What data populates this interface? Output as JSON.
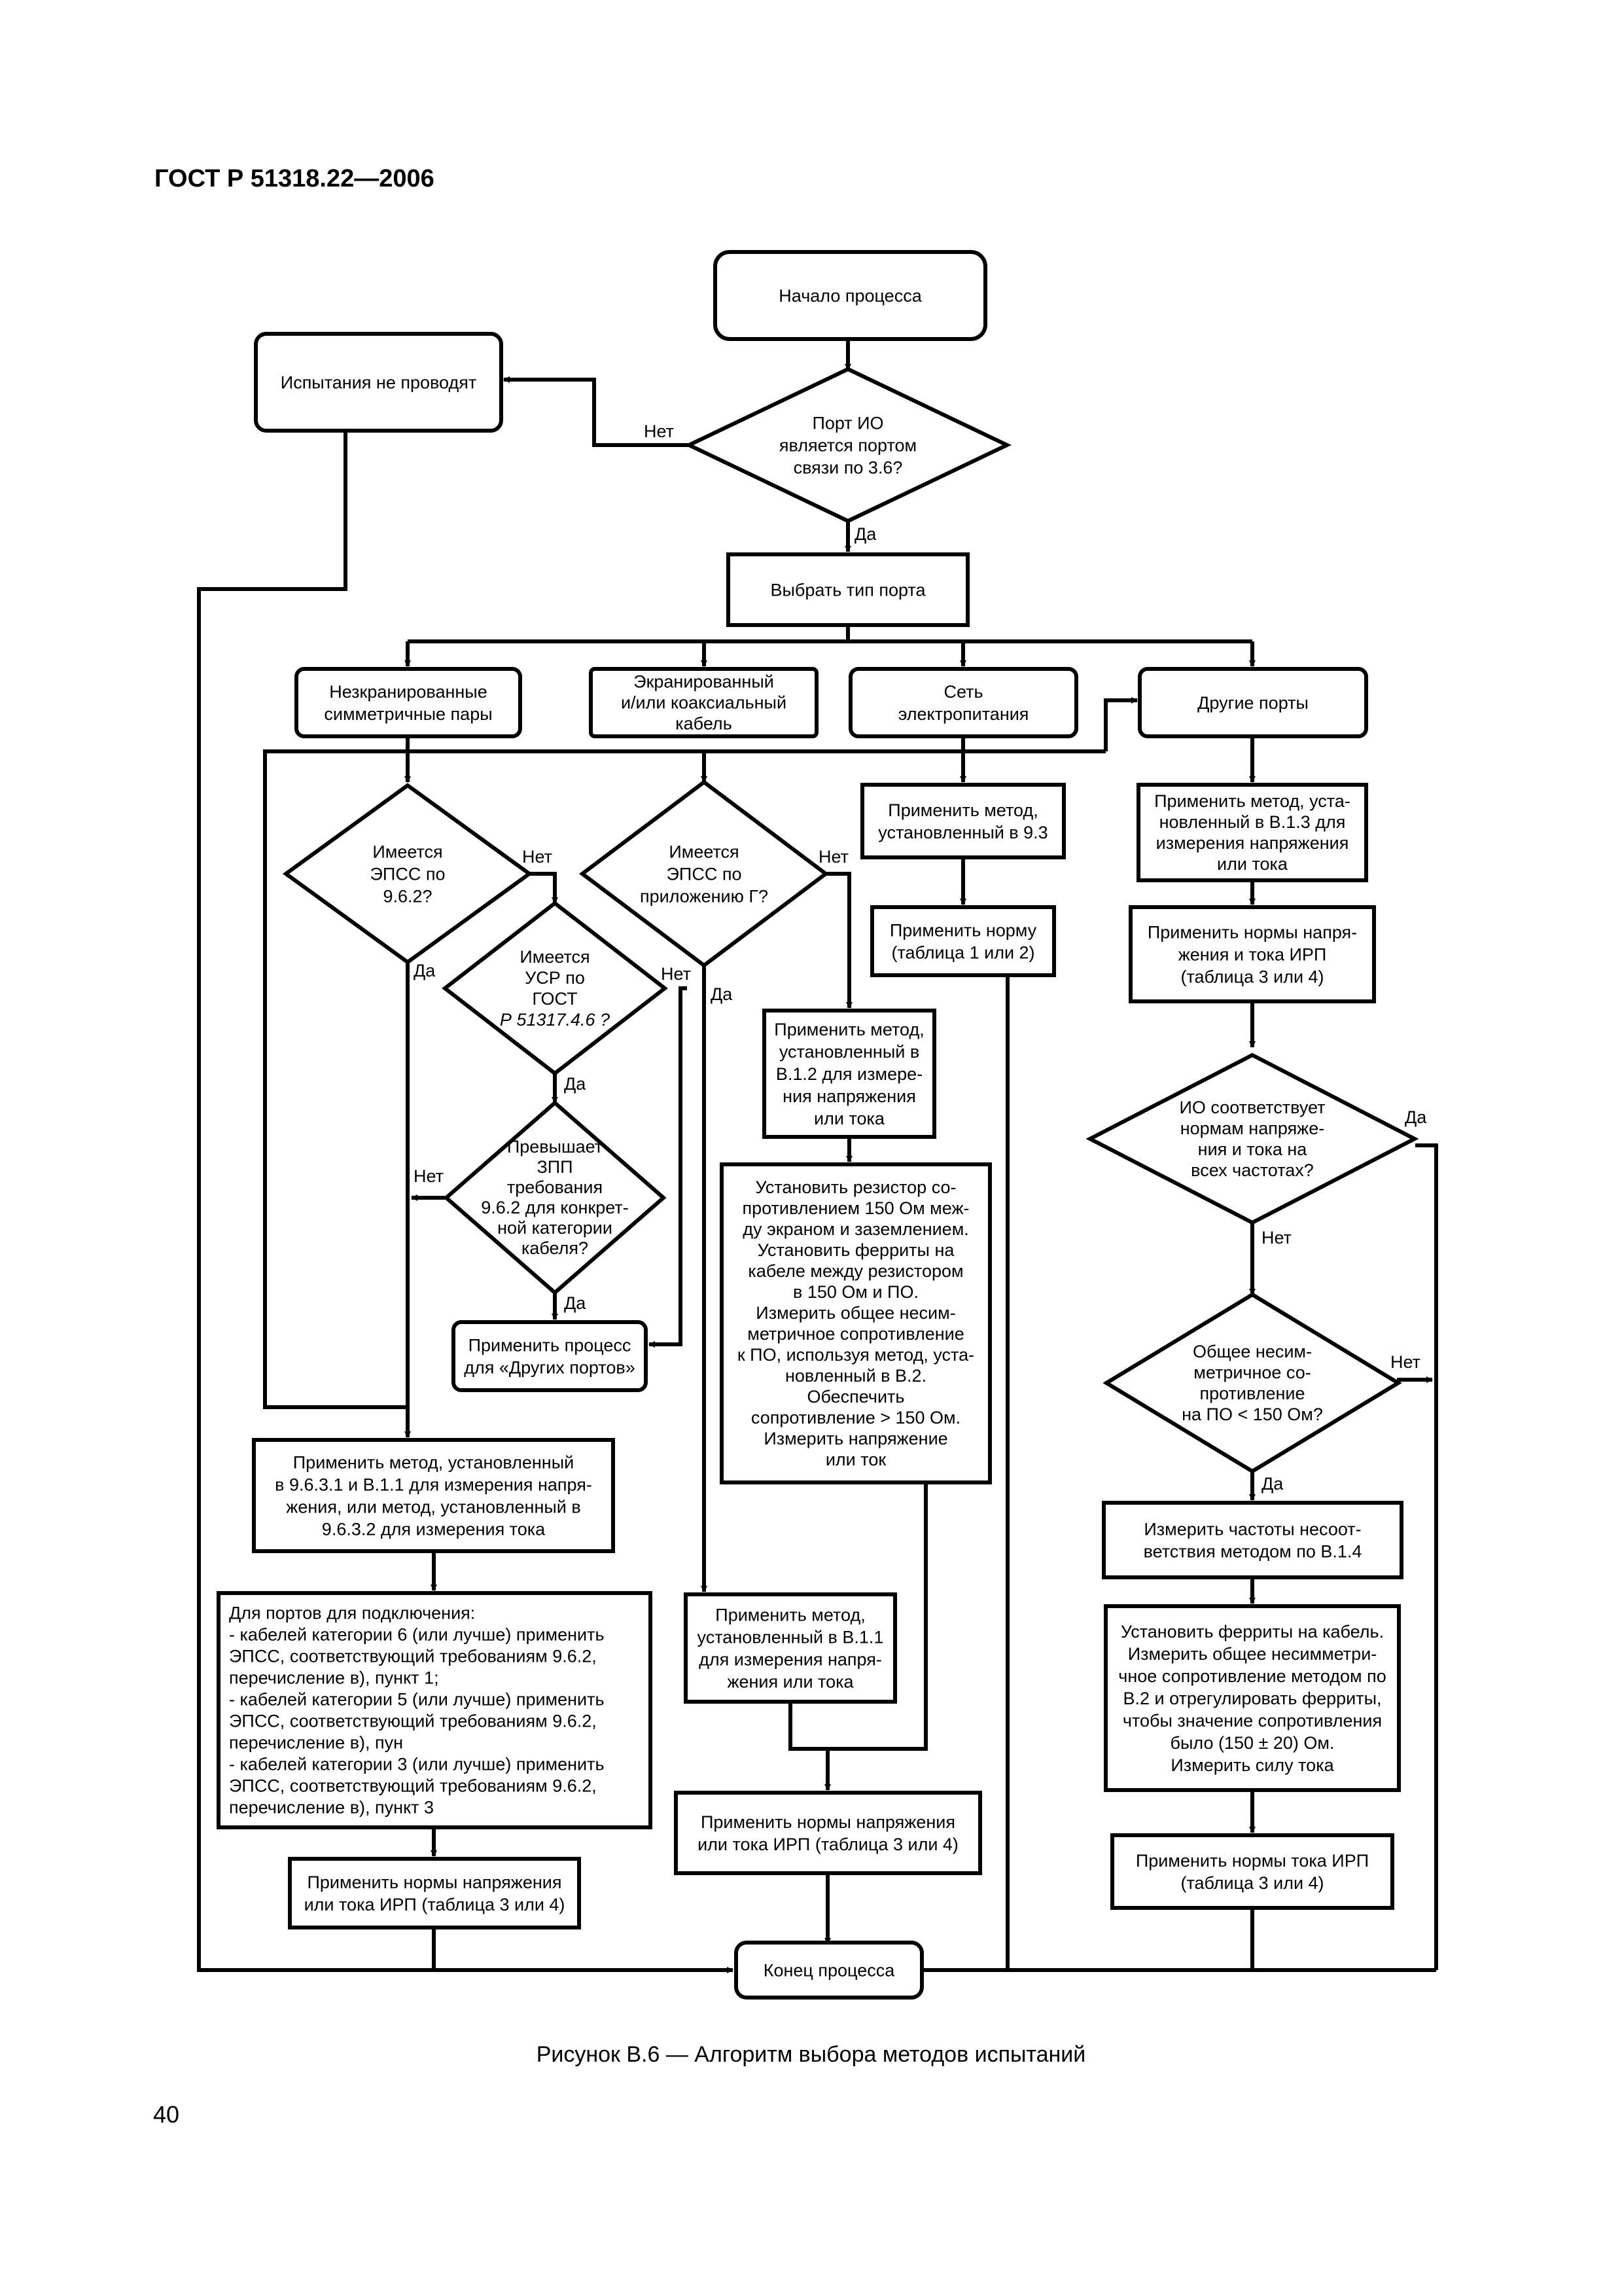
{
  "page": {
    "header": "ГОСТ Р 51318.22—2006",
    "caption": "Рисунок В.6 — Алгоритм выбора методов испытаний",
    "page_number": "40"
  },
  "nodes": {
    "start": [
      "Начало процесса"
    ],
    "no_tests": [
      "Испытания не проводят"
    ],
    "port_check": [
      "Порт ИО",
      "является портом",
      "связи по 3.6?"
    ],
    "select_port": [
      "Выбрать тип порта"
    ],
    "unshielded": [
      "Незкранированные",
      "симметричные пары"
    ],
    "shielded": [
      "Экранированный",
      "и/или коаксиальный",
      "кабель"
    ],
    "power": [
      "Сеть",
      "электропитания"
    ],
    "other": [
      "Другие порты"
    ],
    "epss_962": [
      "Имеется",
      "ЭПСС по",
      "9.6.2?"
    ],
    "usr_check": [
      "Имеется",
      "УСР по",
      "ГОСТ",
      "Р 51317.4.6 ?"
    ],
    "zpp_check": [
      "Превышает",
      "ЗПП",
      "требования",
      "9.6.2 для конкрет-",
      "ной категории",
      "кабеля?"
    ],
    "apply_other": [
      "Применить процесс",
      "для «Других портов»"
    ],
    "epss_g": [
      "Имеется",
      "ЭПСС по",
      "приложению Г?"
    ],
    "method_b12": [
      "Применить метод,",
      "установленный в",
      "В.1.2 для измере-",
      "ния напряжения",
      "или тока"
    ],
    "resistor_block": [
      "Установить резистор со-",
      "противлением 150 Ом меж-",
      "ду экраном  и заземлением.",
      "Установить ферриты на",
      "кабеле между резистором",
      "в 150 Ом и ПО.",
      "Измерить общее несим-",
      "метричное сопротивление",
      "к ПО, используя метод, уста-",
      "новленный в В.2.",
      "Обеспечить",
      "сопротивление > 150 Ом.",
      "Измерить напряжение",
      "или ток"
    ],
    "method_b11": [
      "Применить метод,",
      "установленный в В.1.1",
      "для измерения напря-",
      "жения или тока"
    ],
    "norms_irp_mid": [
      "Применить нормы напряжения",
      "или тока ИРП (таблица 3 или 4)"
    ],
    "method_93": [
      "Применить метод,",
      "установленный в 9.3"
    ],
    "norm_t1": [
      "Применить норму",
      "(таблица 1 или 2)"
    ],
    "method_b13": [
      "Применить метод, уста-",
      "новленный в В.1.3 для",
      "измерения напряжения",
      "или тока"
    ],
    "norms_irp_right": [
      "Применить нормы напря-",
      "жения и тока ИРП",
      "(таблица 3 или 4)"
    ],
    "io_norms": [
      "ИО соответствует",
      "нормам напряже-",
      "ния и тока на",
      "всех частотах?"
    ],
    "impedance_check": [
      "Общее несим-",
      "метричное со-",
      "противление",
      "на ПО < 150 Ом?"
    ],
    "measure_freq": [
      "Измерить частоты несоот-",
      "ветствия методом по В.1.4"
    ],
    "ferrites_block": [
      "Установить ферриты на кабель.",
      "Измерить общее несимметри-",
      "чное сопротивление методом по",
      "В.2 и отрегулировать ферриты,",
      "чтобы значение сопротивления",
      "было (150 ± 20) Ом.",
      "Измерить силу тока"
    ],
    "norms_current": [
      "Применить нормы тока ИРП",
      "(таблица 3 или 4)"
    ],
    "method_9631": [
      "Применить метод, установленный",
      "в 9.6.3.1 и В.1.1 для измерения напря-",
      "жения, или метод, установленный в",
      "9.6.3.2 для измерения тока"
    ],
    "ports_list": [
      "Для портов для подключения:",
      "- кабелей категории 6 (или лучше) применить",
      "ЭПСС, соответствующий требованиям 9.6.2,",
      "перечисление в), пункт 1;",
      "- кабелей категории 5 (или лучше) применить",
      "ЭПСС, соответствующий требованиям 9.6.2,",
      "перечисление в), пун",
      "- кабелей категории 3 (или лучше) применить",
      "ЭПСС, соответствующий требованиям 9.6.2,",
      "перечисление в), пункт 3"
    ],
    "norms_irp_left": [
      "Применить нормы напряжения",
      "или тока ИРП (таблица 3 или 4)"
    ],
    "end": [
      "Конец процесса"
    ]
  },
  "edge_labels": {
    "no": "Нет",
    "yes": "Да"
  }
}
